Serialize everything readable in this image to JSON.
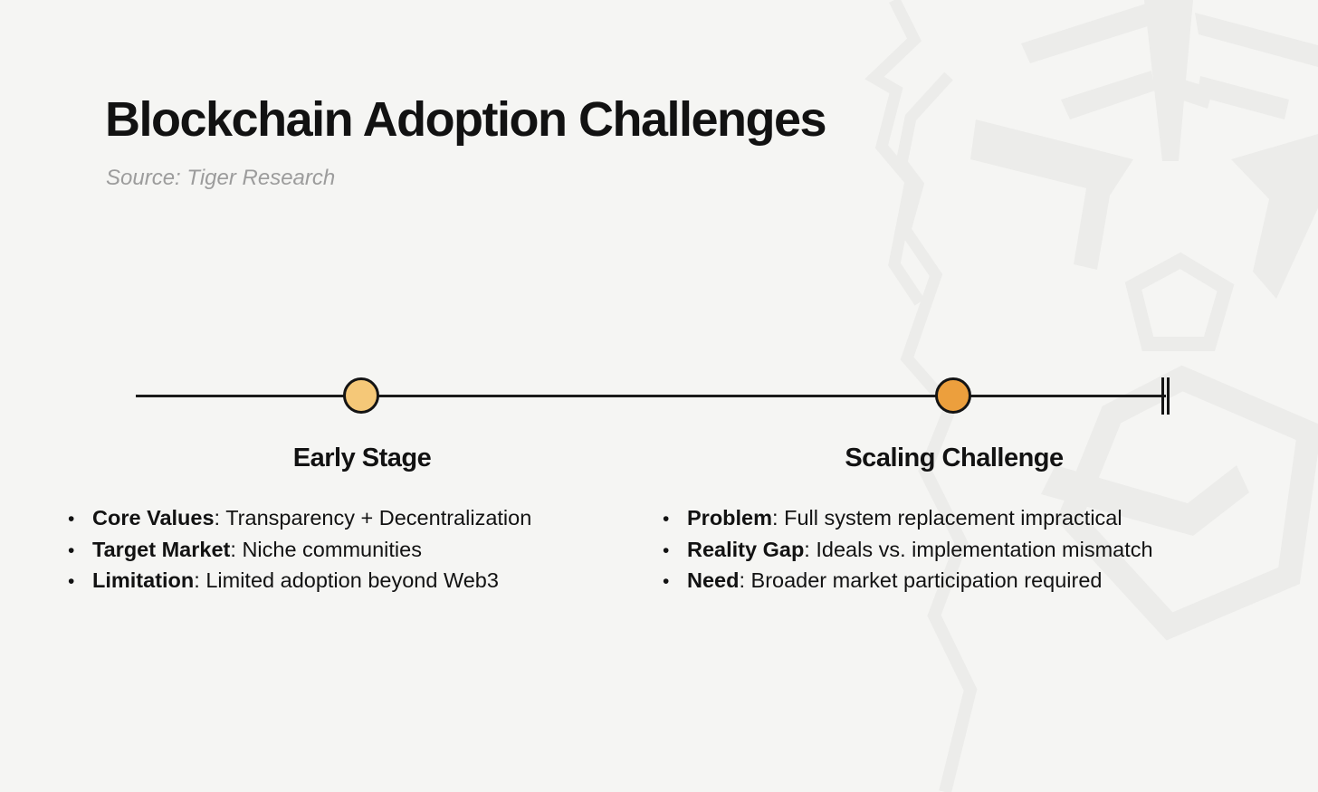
{
  "slide": {
    "title": "Blockchain Adoption Challenges",
    "source": "Source: Tiger Research"
  },
  "timeline": {
    "bullet_char": "•",
    "separator": ": ",
    "line_color": "#1a1a1a",
    "end_marker_style": "double-vertical-bar",
    "stages": [
      {
        "label": "Early Stage",
        "dot_color": "#F5C878",
        "items": [
          {
            "term": "Core Values",
            "desc": "Transparency + Decentralization"
          },
          {
            "term": "Target Market",
            "desc": "Niche communities"
          },
          {
            "term": "Limitation",
            "desc": "Limited adoption beyond Web3"
          }
        ]
      },
      {
        "label": "Scaling Challenge",
        "dot_color": "#EC9F3D",
        "items": [
          {
            "term": "Problem",
            "desc": "Full system replacement impractical"
          },
          {
            "term": "Reality Gap",
            "desc": "Ideals vs. implementation mismatch"
          },
          {
            "term": "Need",
            "desc": "Broader market participation required"
          }
        ]
      }
    ]
  },
  "colors": {
    "background": "#F5F5F3",
    "watermark": "#ECECEA",
    "text": "#121212",
    "source_text": "#9C9C9C"
  }
}
